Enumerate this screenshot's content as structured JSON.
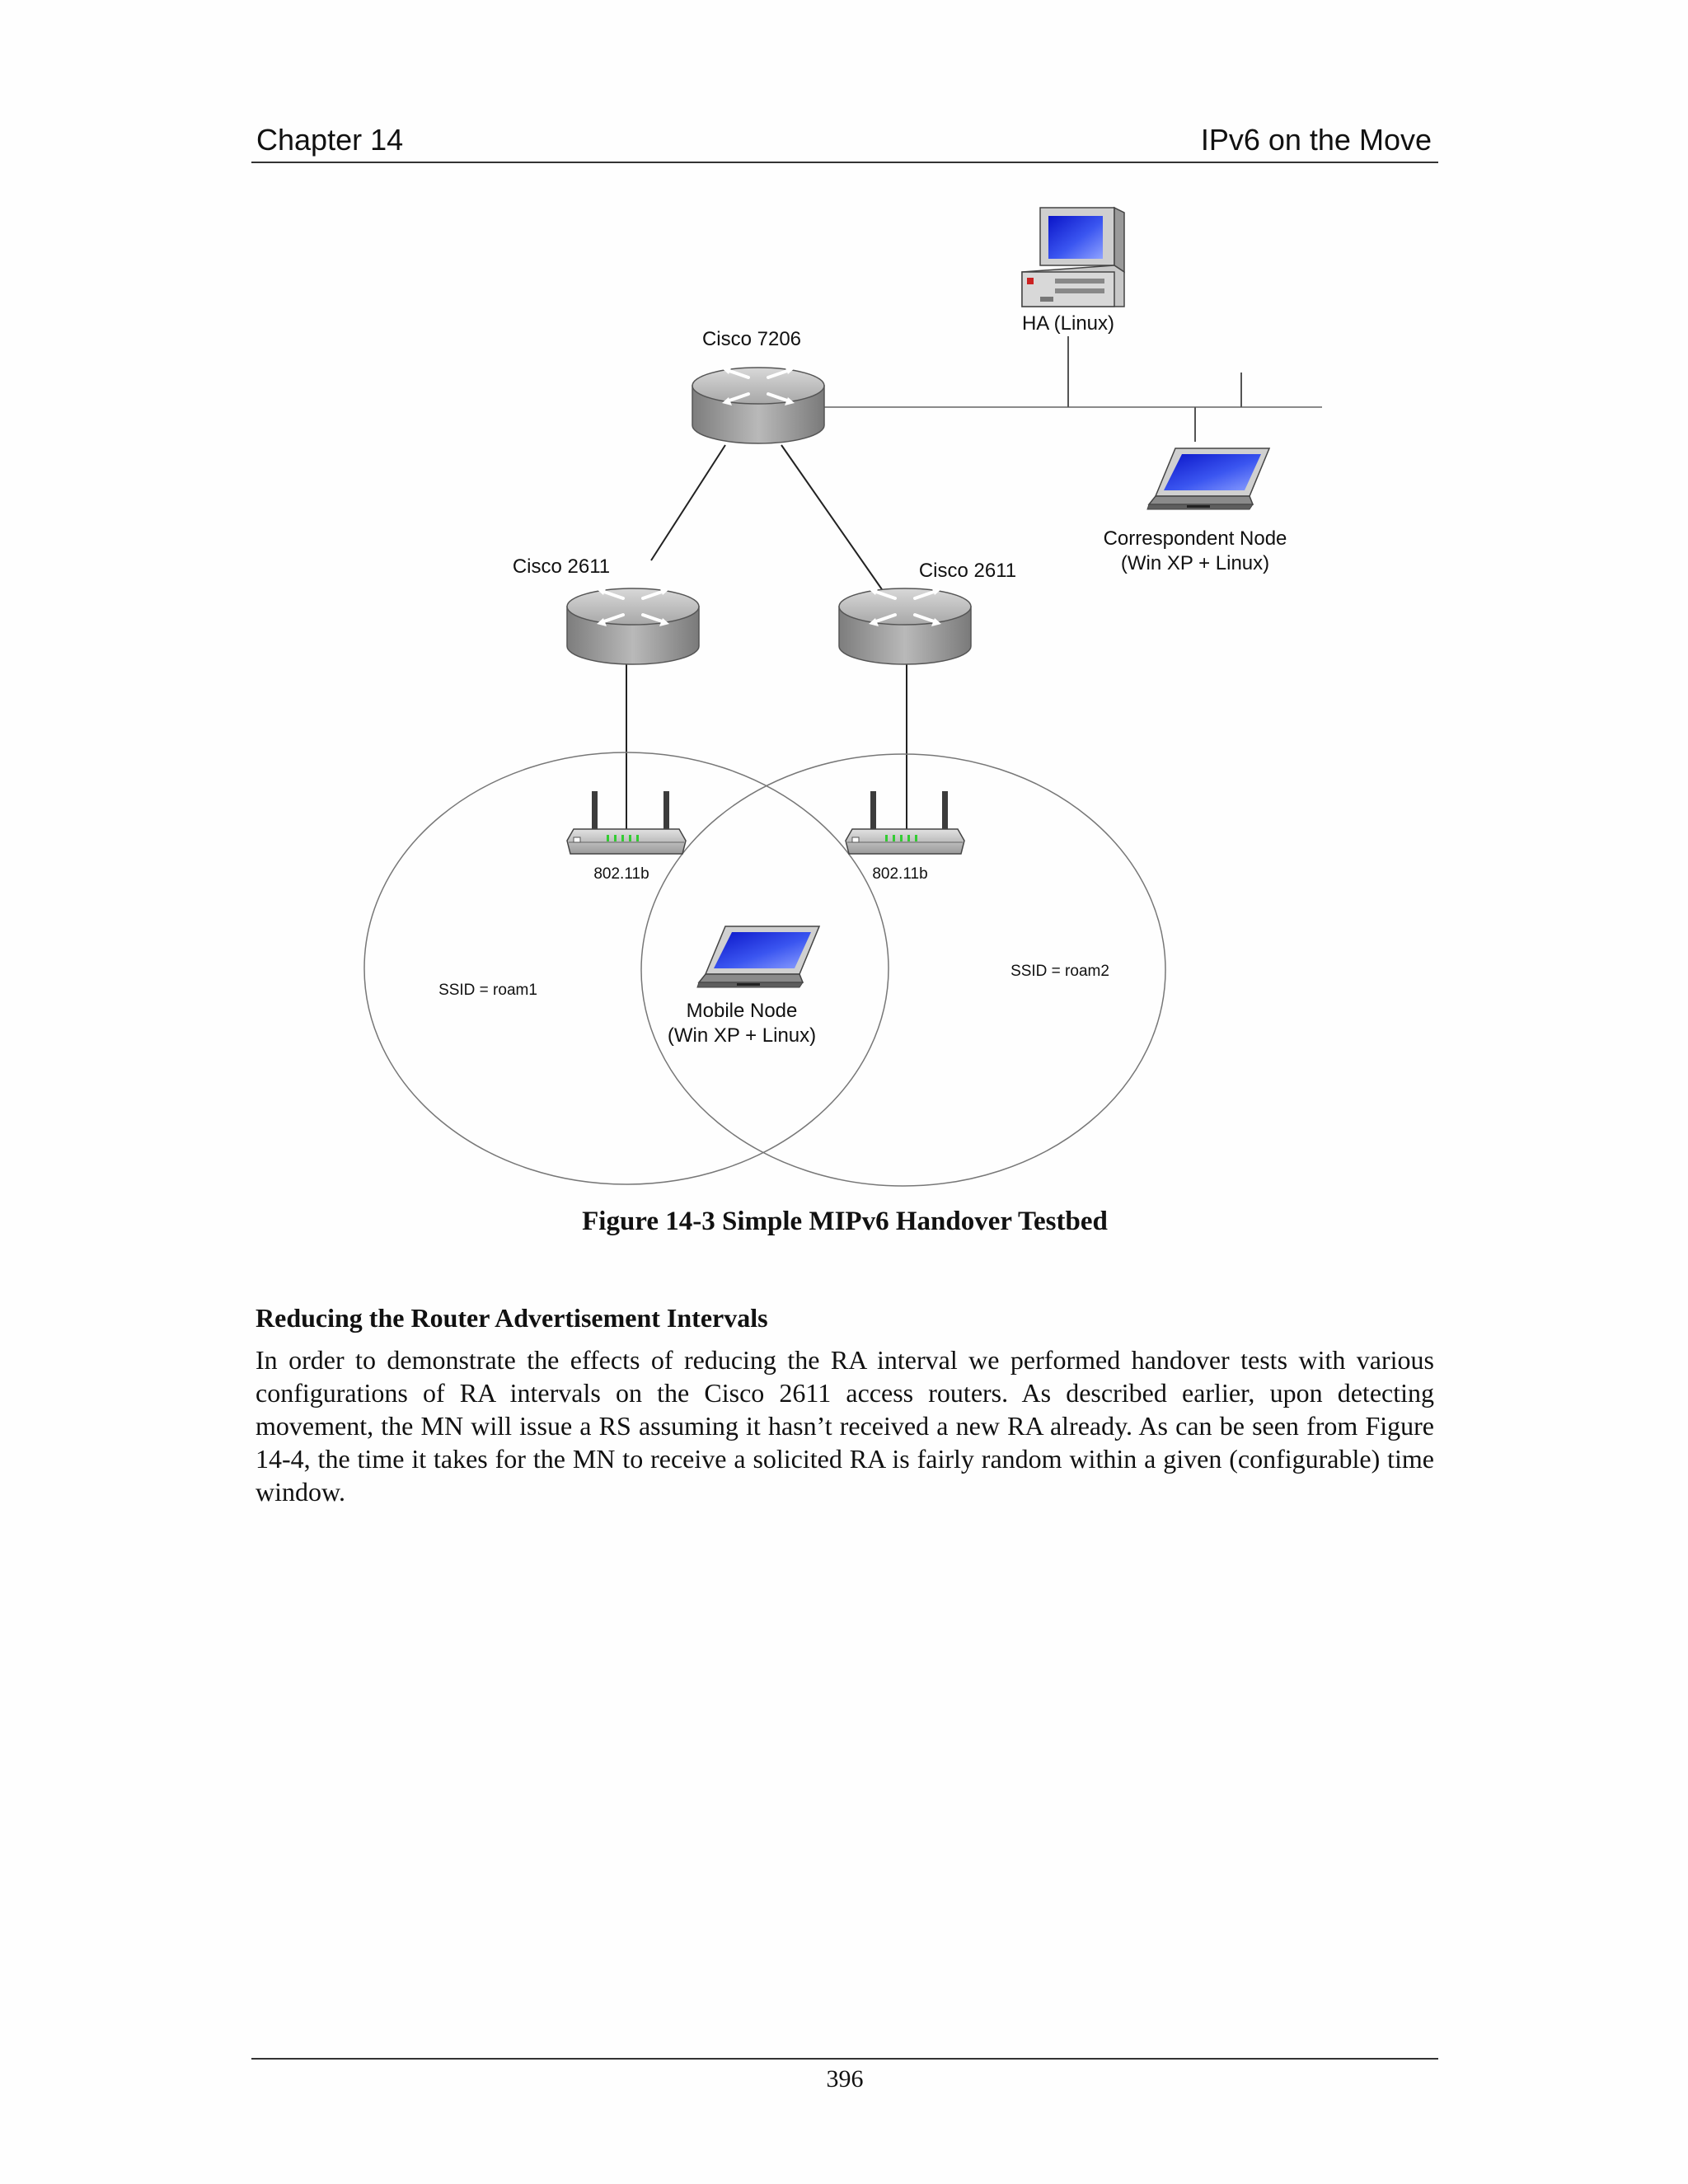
{
  "header": {
    "chapter": "Chapter 14",
    "title": "IPv6 on the Move"
  },
  "diagram": {
    "nodes": {
      "core_router": "Cisco 7206",
      "access_router_left": "Cisco 2611",
      "access_router_right": "Cisco 2611",
      "home_agent": "HA (Linux)",
      "correspondent_line1": "Correspondent Node",
      "correspondent_line2": "(Win XP + Linux)",
      "ap_left": "802.11b",
      "ap_right": "802.11b",
      "mobile_line1": "Mobile Node",
      "mobile_line2": "(Win XP + Linux)",
      "ssid_left": "SSID = roam1",
      "ssid_right": "SSID = roam2"
    },
    "colors": {
      "screen": "#1a2bd8",
      "router_body": "#a9a9a9",
      "led": "#33cc33"
    }
  },
  "caption": "Figure 14-3  Simple MIPv6 Handover Testbed",
  "section": {
    "heading": "Reducing the Router Advertisement Intervals",
    "paragraph": "In order to demonstrate the effects of reducing the RA interval we performed handover tests with various configurations of RA intervals on the Cisco 2611 access routers. As described earlier, upon detecting movement, the MN will issue a RS assuming it hasn’t received a new RA already. As can be seen from Figure 14-4, the time it takes for the MN to receive a solicited RA is fairly random within a given (configurable) time window."
  },
  "footer": {
    "page_number": "396"
  }
}
